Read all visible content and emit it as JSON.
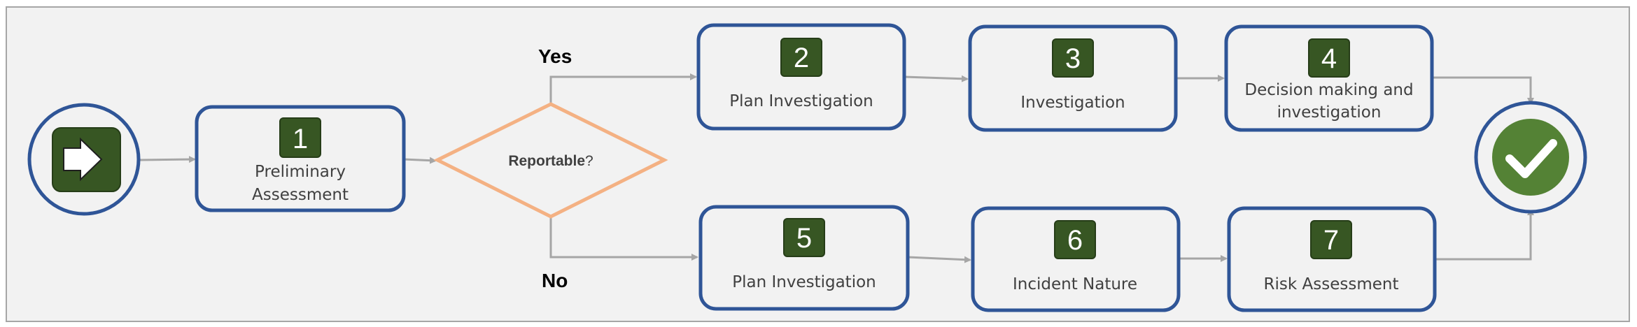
{
  "diagram": {
    "start": {
      "icon": "right-arrow-icon"
    },
    "end": {
      "icon": "checkmark-icon"
    },
    "decision": {
      "label_bold": "Reportable",
      "label_rest": "?"
    },
    "branches": {
      "yes": "Yes",
      "no": "No"
    },
    "steps": [
      {
        "num": "1",
        "lines": [
          "Preliminary",
          "Assessment"
        ]
      },
      {
        "num": "2",
        "lines": [
          "Plan Investigation"
        ]
      },
      {
        "num": "3",
        "lines": [
          "Investigation"
        ]
      },
      {
        "num": "4",
        "lines": [
          "Decision making and",
          "investigation"
        ]
      },
      {
        "num": "5",
        "lines": [
          "Plan Investigation"
        ]
      },
      {
        "num": "6",
        "lines": [
          "Incident Nature"
        ]
      },
      {
        "num": "7",
        "lines": [
          "Risk Assessment"
        ]
      }
    ],
    "colors": {
      "box_border": "#2f5597",
      "badge_fill": "#375623",
      "decision_border": "#f4b183",
      "connector": "#a6a6a6",
      "check_fill": "#548235"
    }
  }
}
